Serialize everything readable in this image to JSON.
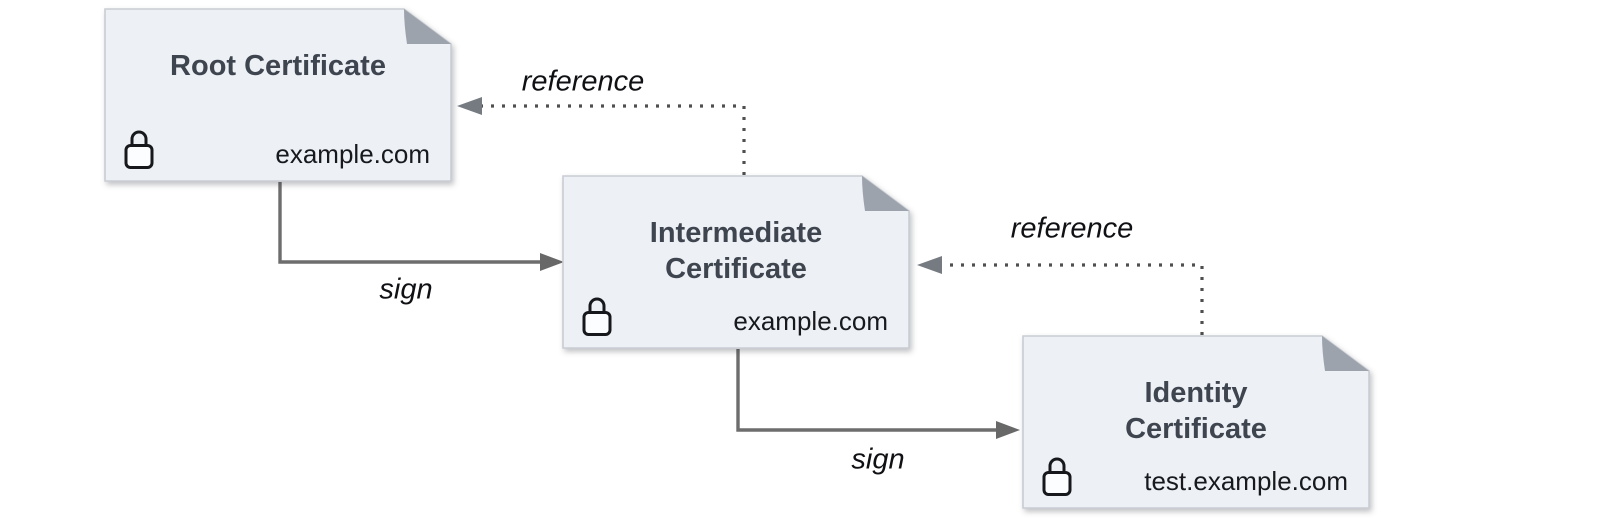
{
  "nodes": [
    {
      "title_lines": [
        "Root Certificate"
      ],
      "domain": "example.com",
      "icon": "lock-icon"
    },
    {
      "title_lines": [
        "Intermediate",
        "Certificate"
      ],
      "domain": "example.com",
      "icon": "lock-icon"
    },
    {
      "title_lines": [
        "Identity",
        "Certificate"
      ],
      "domain": "test.example.com",
      "icon": "lock-icon"
    }
  ],
  "edges": [
    {
      "label": "sign",
      "style": "solid",
      "from": "root-certificate",
      "to": "intermediate-certificate"
    },
    {
      "label": "reference",
      "style": "dotted",
      "from": "intermediate-certificate",
      "to": "root-certificate"
    },
    {
      "label": "sign",
      "style": "solid",
      "from": "intermediate-certificate",
      "to": "identity-certificate"
    },
    {
      "label": "reference",
      "style": "dotted",
      "from": "identity-certificate",
      "to": "intermediate-certificate"
    }
  ],
  "colors": {
    "background": "#ffffff",
    "node_fill": "#edf1f6",
    "node_border": "#c9cdd4",
    "fold": "#9da3ac",
    "title_text": "#3f454f",
    "domain_text": "#17191d",
    "solid_arrow": "#6d6d6d",
    "dotted_arrow": "#4f4f4f",
    "dotted_arrowhead": "#767b82",
    "label_text": "#101114"
  }
}
